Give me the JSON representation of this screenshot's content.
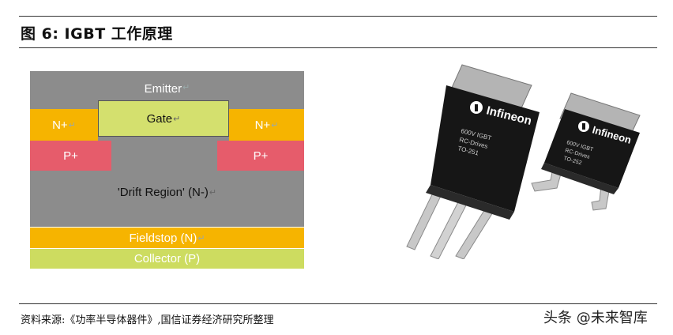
{
  "header": {
    "title": "图 6:  IGBT 工作原理"
  },
  "diagram": {
    "emitter": "Emitter",
    "gate": "Gate",
    "n_plus_left": "N+",
    "n_plus_right": "N+",
    "p_plus_left": "P+",
    "p_plus_right": "P+",
    "drift": "'Drift Region' (N-)",
    "fieldstop": "Fieldstop (N)",
    "collector": "Collector (P)"
  },
  "photo": {
    "large_brand": "Infineon",
    "large_line1": "600V IGBT",
    "large_line2": "RC-Drives",
    "large_line3": "TO-251",
    "small_brand": "Infineon",
    "small_line1": "600V IGBT",
    "small_line2": "RC-Drives",
    "small_line3": "TO-252"
  },
  "footer": {
    "source": "资料来源:《功率半导体器件》,国信证券经济研究所整理",
    "watermark": "头条 @未来智库"
  },
  "colors": {
    "gray": "#8c8c8c",
    "orange": "#f6b400",
    "green": "#cddc60",
    "pink": "#e65c6b"
  }
}
